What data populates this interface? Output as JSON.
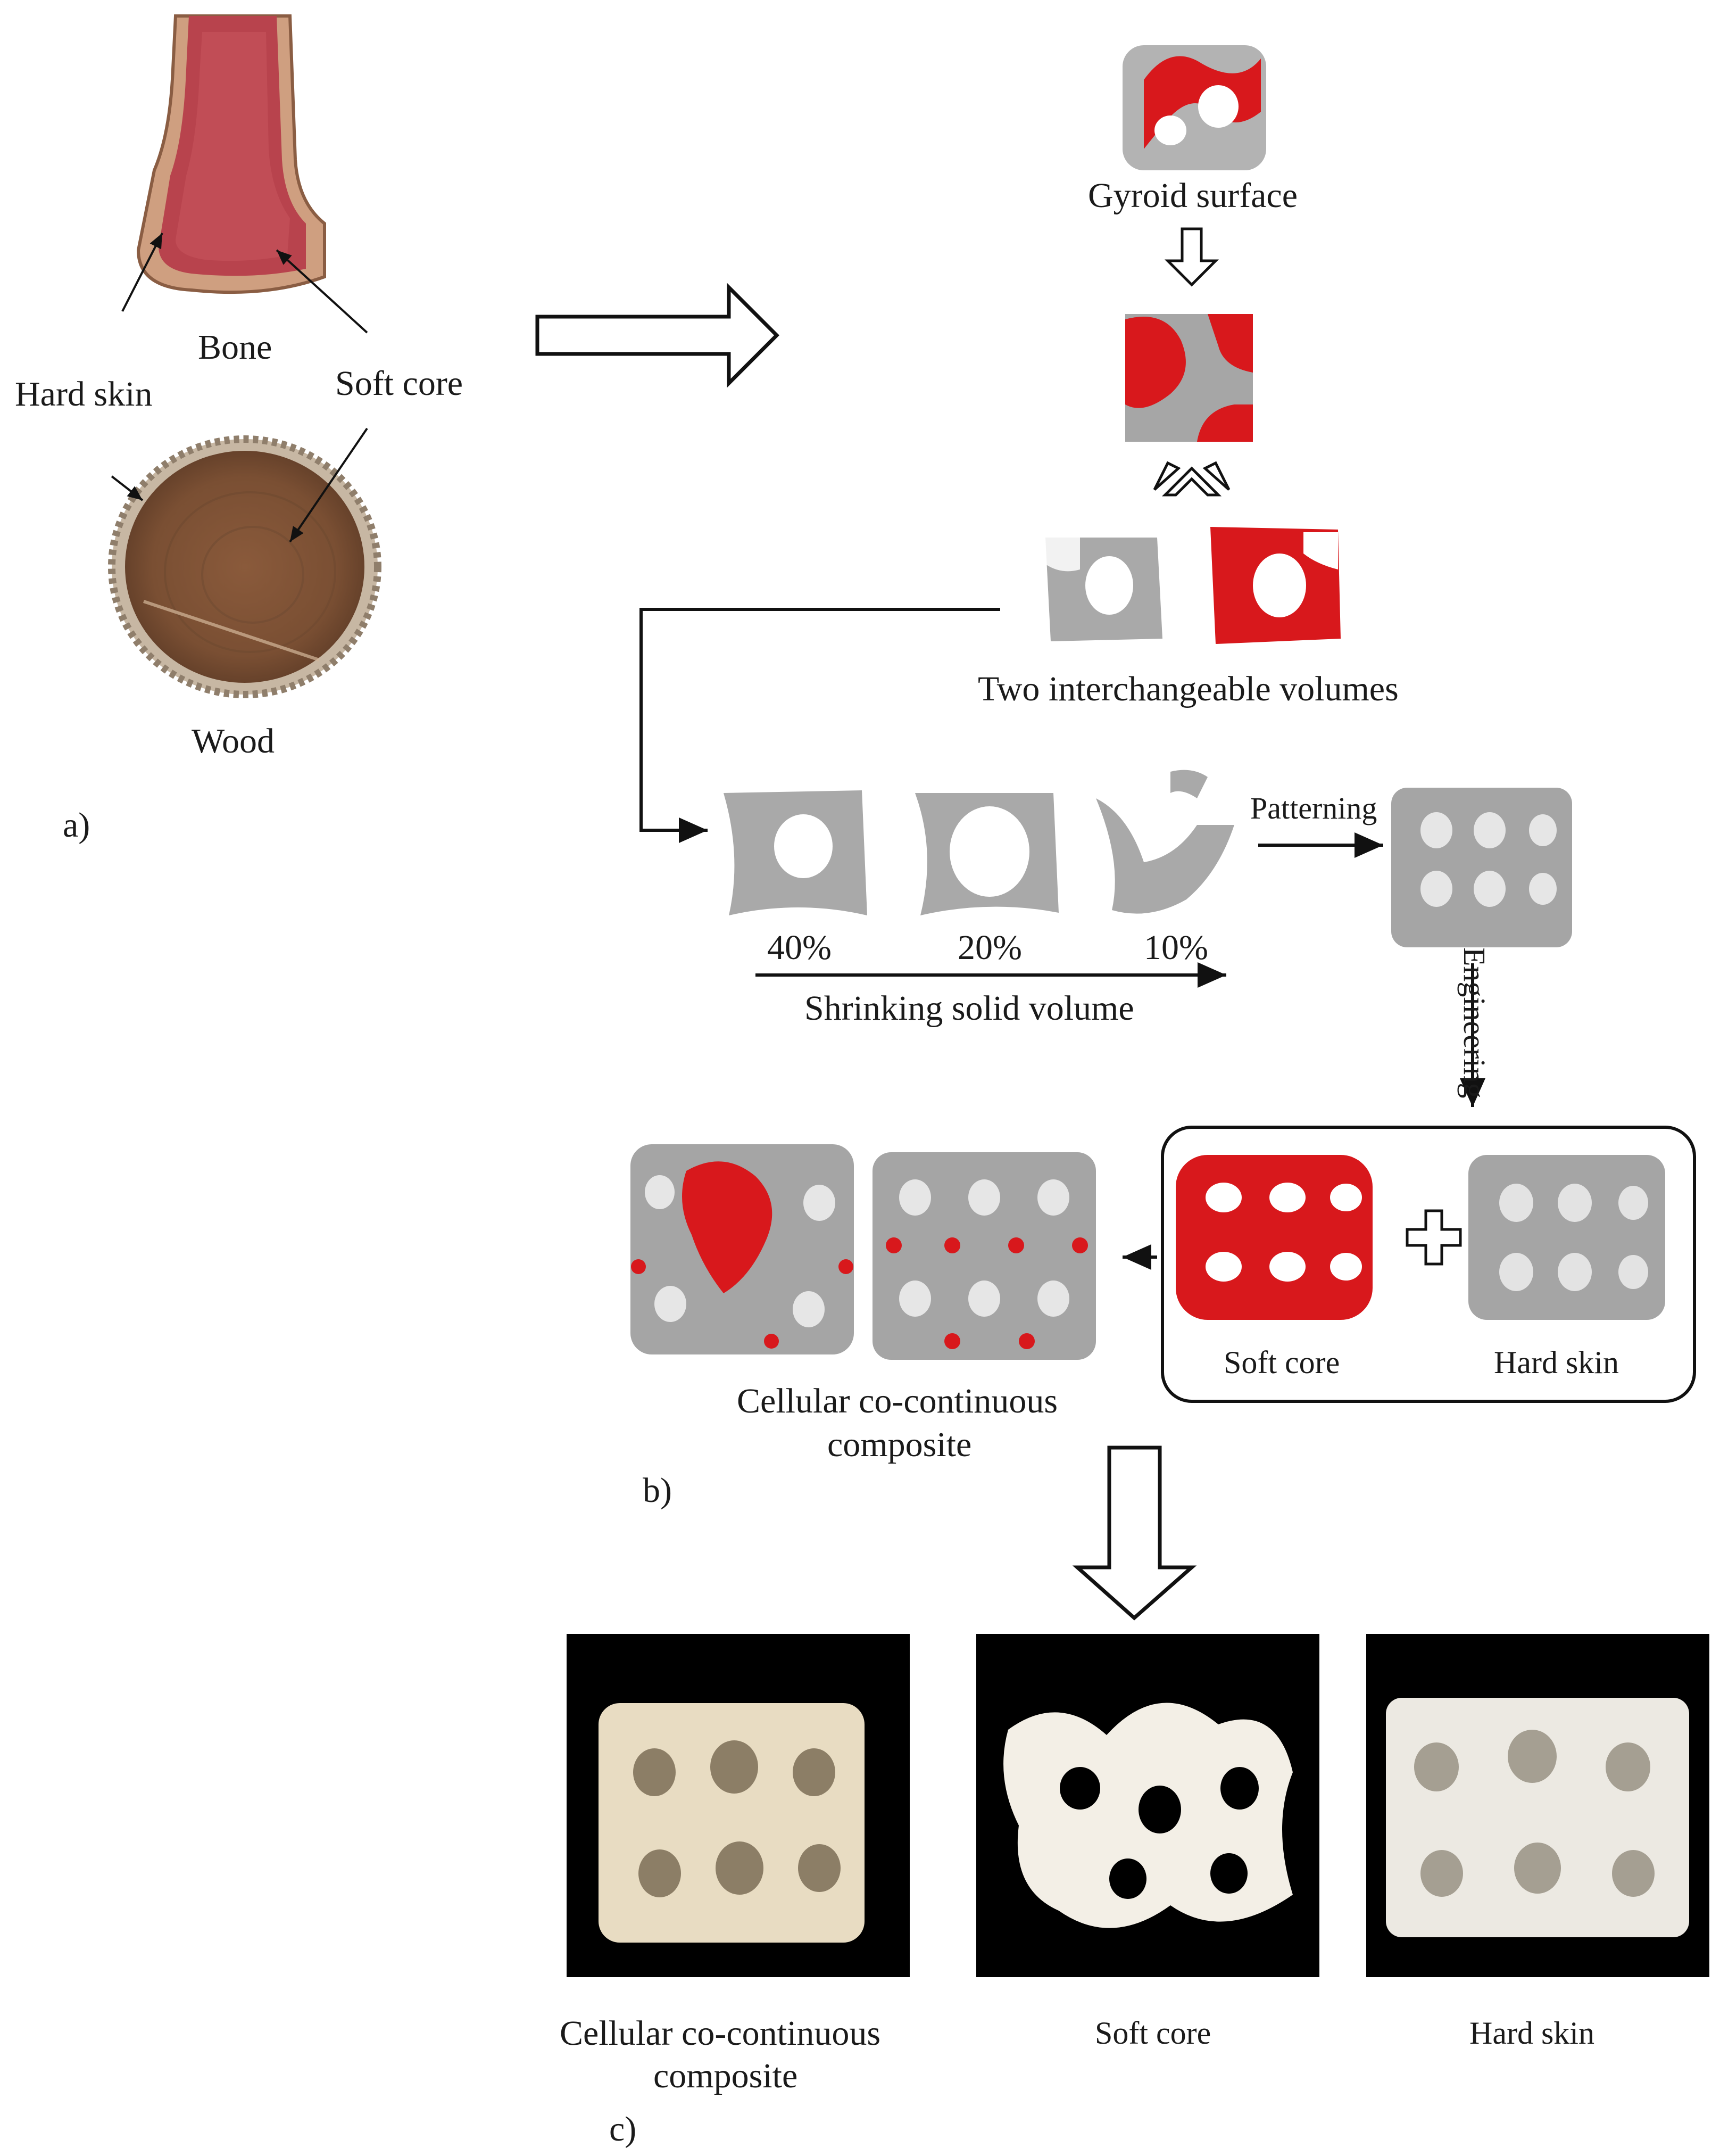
{
  "panels": {
    "a": "a)",
    "b": "b)",
    "c": "c)"
  },
  "panel_a": {
    "bone": "Bone",
    "hard_skin": "Hard skin",
    "soft_core": "Soft core",
    "wood": "Wood"
  },
  "panel_b": {
    "gyroid": "Gyroid surface",
    "two_volumes": "Two interchangeable volumes",
    "pct": [
      "40%",
      "20%",
      "10%"
    ],
    "shrinking": "Shrinking solid volume",
    "patterning": "Patterning",
    "engineering": "Engineering",
    "soft_core": "Soft core",
    "hard_skin": "Hard skin",
    "composite_line1": "Cellular co-continuous",
    "composite_line2": "composite"
  },
  "panel_c": {
    "composite_line1": "Cellular co-continuous",
    "composite_line2": "composite",
    "soft_core": "Soft core",
    "hard_skin": "Hard skin"
  },
  "colors": {
    "red": "#d8181c",
    "grey": "#a6a6a6",
    "bone": "#c79a7a",
    "marrow": "#b8434d",
    "wood": "#8b5b3a",
    "print": "#efe7d6"
  }
}
